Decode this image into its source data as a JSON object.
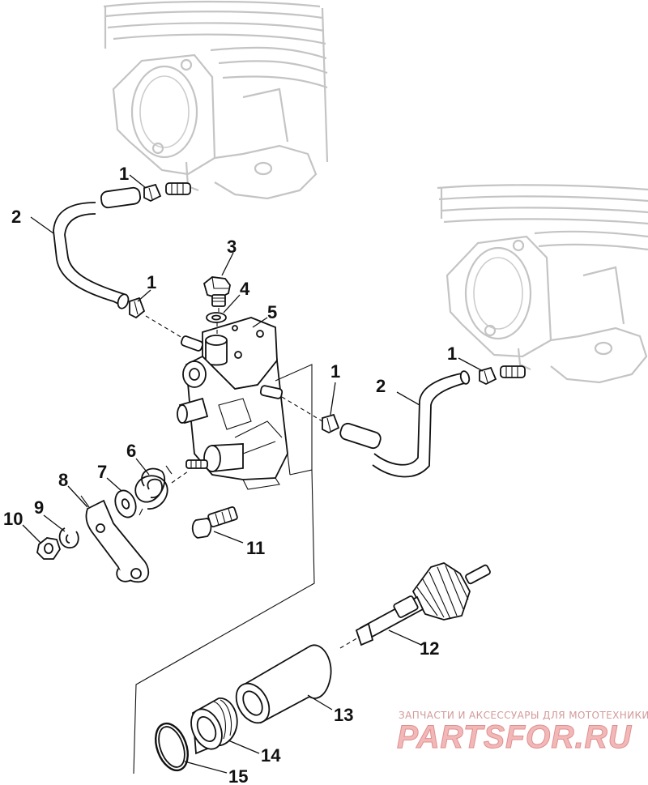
{
  "callouts": [
    {
      "id": "c1a",
      "label": "1"
    },
    {
      "id": "c2a",
      "label": "2"
    },
    {
      "id": "c3",
      "label": "3"
    },
    {
      "id": "c4",
      "label": "4"
    },
    {
      "id": "c1b",
      "label": "1"
    },
    {
      "id": "c5",
      "label": "5"
    },
    {
      "id": "c1c",
      "label": "1"
    },
    {
      "id": "c1d",
      "label": "1"
    },
    {
      "id": "c2b",
      "label": "2"
    },
    {
      "id": "c6",
      "label": "6"
    },
    {
      "id": "c7",
      "label": "7"
    },
    {
      "id": "c8",
      "label": "8"
    },
    {
      "id": "c9",
      "label": "9"
    },
    {
      "id": "c10",
      "label": "10"
    },
    {
      "id": "c11",
      "label": "11"
    },
    {
      "id": "c12",
      "label": "12"
    },
    {
      "id": "c13",
      "label": "13"
    },
    {
      "id": "c14",
      "label": "14"
    },
    {
      "id": "c15",
      "label": "15"
    }
  ],
  "watermark": {
    "subtitle": "ЗАПЧАСТИ И АКСЕССУАРЫ ДЛЯ МОТОТЕХНИКИ",
    "brand": "PARTSFOR.RU",
    "color": "#e08e8e"
  }
}
